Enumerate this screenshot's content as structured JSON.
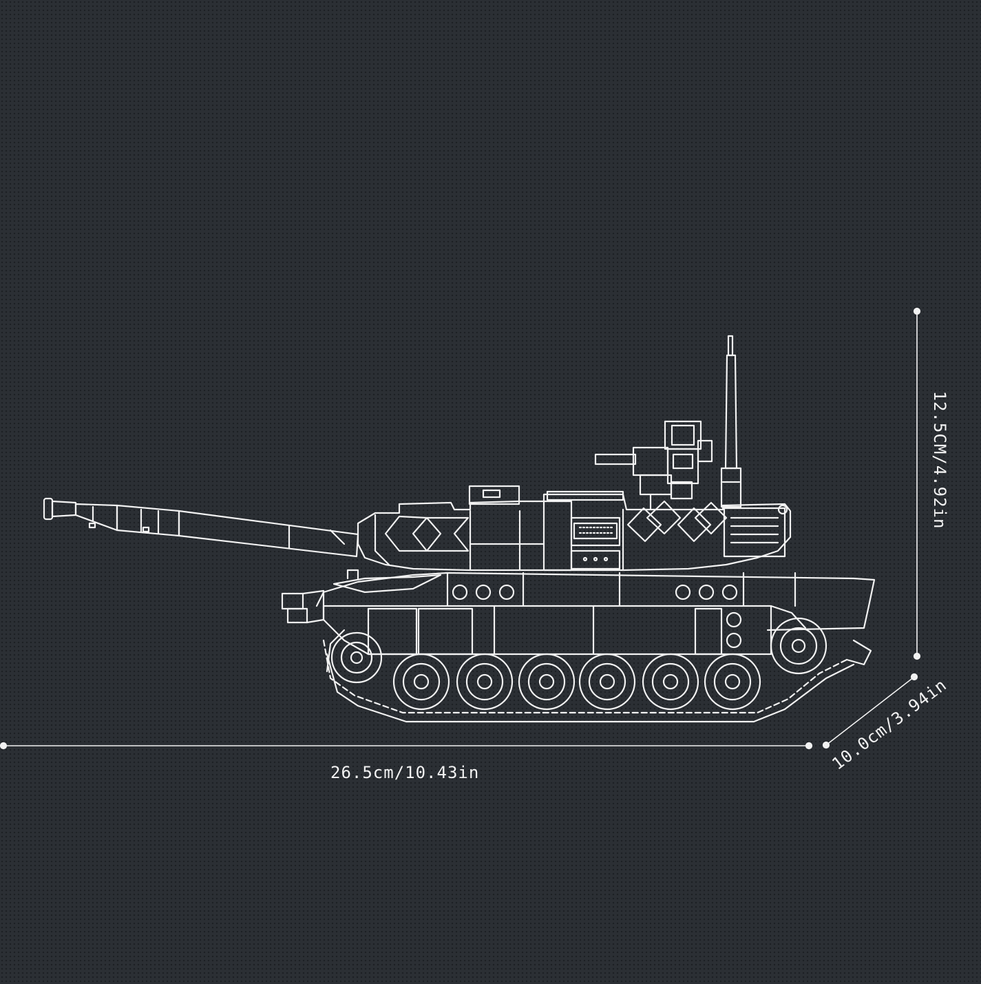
{
  "dimensions": {
    "length": "26.5cm/10.43in",
    "width": "10.0cm/3.94in",
    "height": "12.5CM/4.92in"
  },
  "colors": {
    "background": "#2b2f34",
    "line": "#f2f2f2"
  }
}
